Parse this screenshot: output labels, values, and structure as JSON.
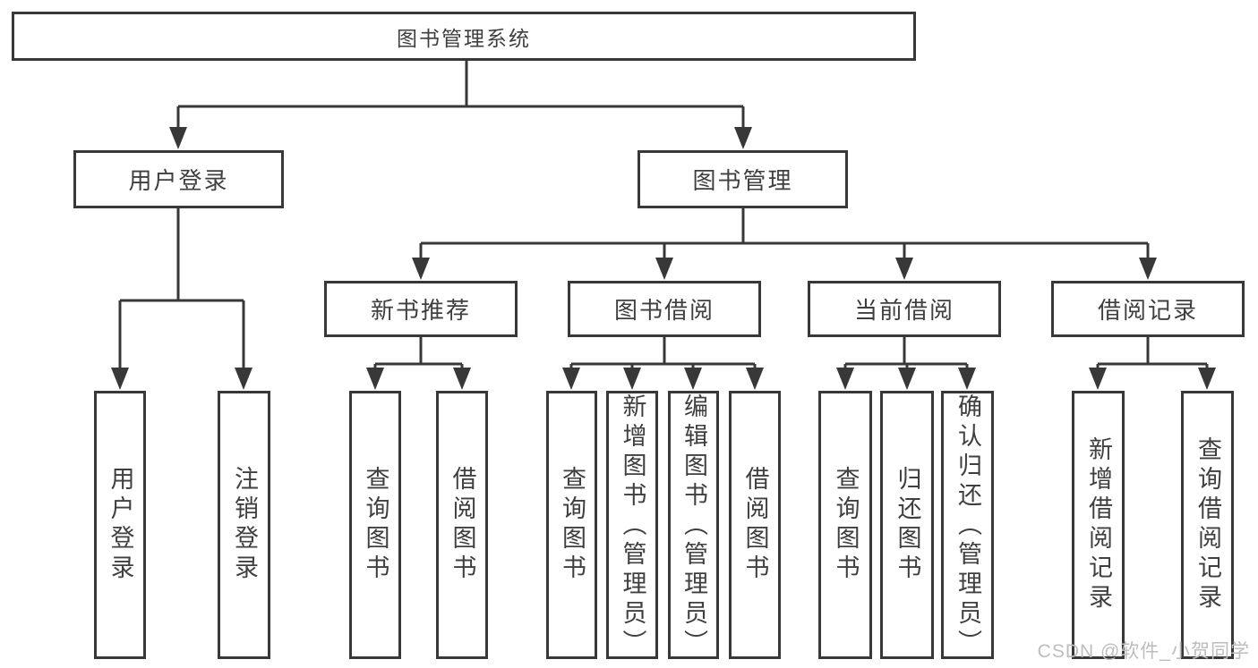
{
  "diagram": {
    "root": {
      "label": "图书管理系统"
    },
    "level2": [
      {
        "label": "用户登录",
        "leaves": [
          {
            "label": "用户登录"
          },
          {
            "label": "注销登录"
          }
        ]
      },
      {
        "label": "图书管理",
        "groups": [
          {
            "label": "新书推荐",
            "leaves": [
              {
                "label": "查询图书"
              },
              {
                "label": "借阅图书"
              }
            ]
          },
          {
            "label": "图书借阅",
            "leaves": [
              {
                "label": "查询图书"
              },
              {
                "label": "新增图书（管理员）"
              },
              {
                "label": "编辑图书（管理员）"
              },
              {
                "label": "借阅图书"
              }
            ]
          },
          {
            "label": "当前借阅",
            "leaves": [
              {
                "label": "查询图书"
              },
              {
                "label": "归还图书"
              },
              {
                "label": "确认归还（管理员）"
              }
            ]
          },
          {
            "label": "借阅记录",
            "leaves": [
              {
                "label": "新增借阅记录"
              },
              {
                "label": "查询借阅记录"
              }
            ]
          }
        ]
      }
    ]
  },
  "watermark": {
    "text": "CSDN @软件_小贺同学"
  },
  "colors": {
    "line": "#383838",
    "text": "#3f3f3f",
    "watermark": "#bdbdbd",
    "background": "#ffffff"
  }
}
